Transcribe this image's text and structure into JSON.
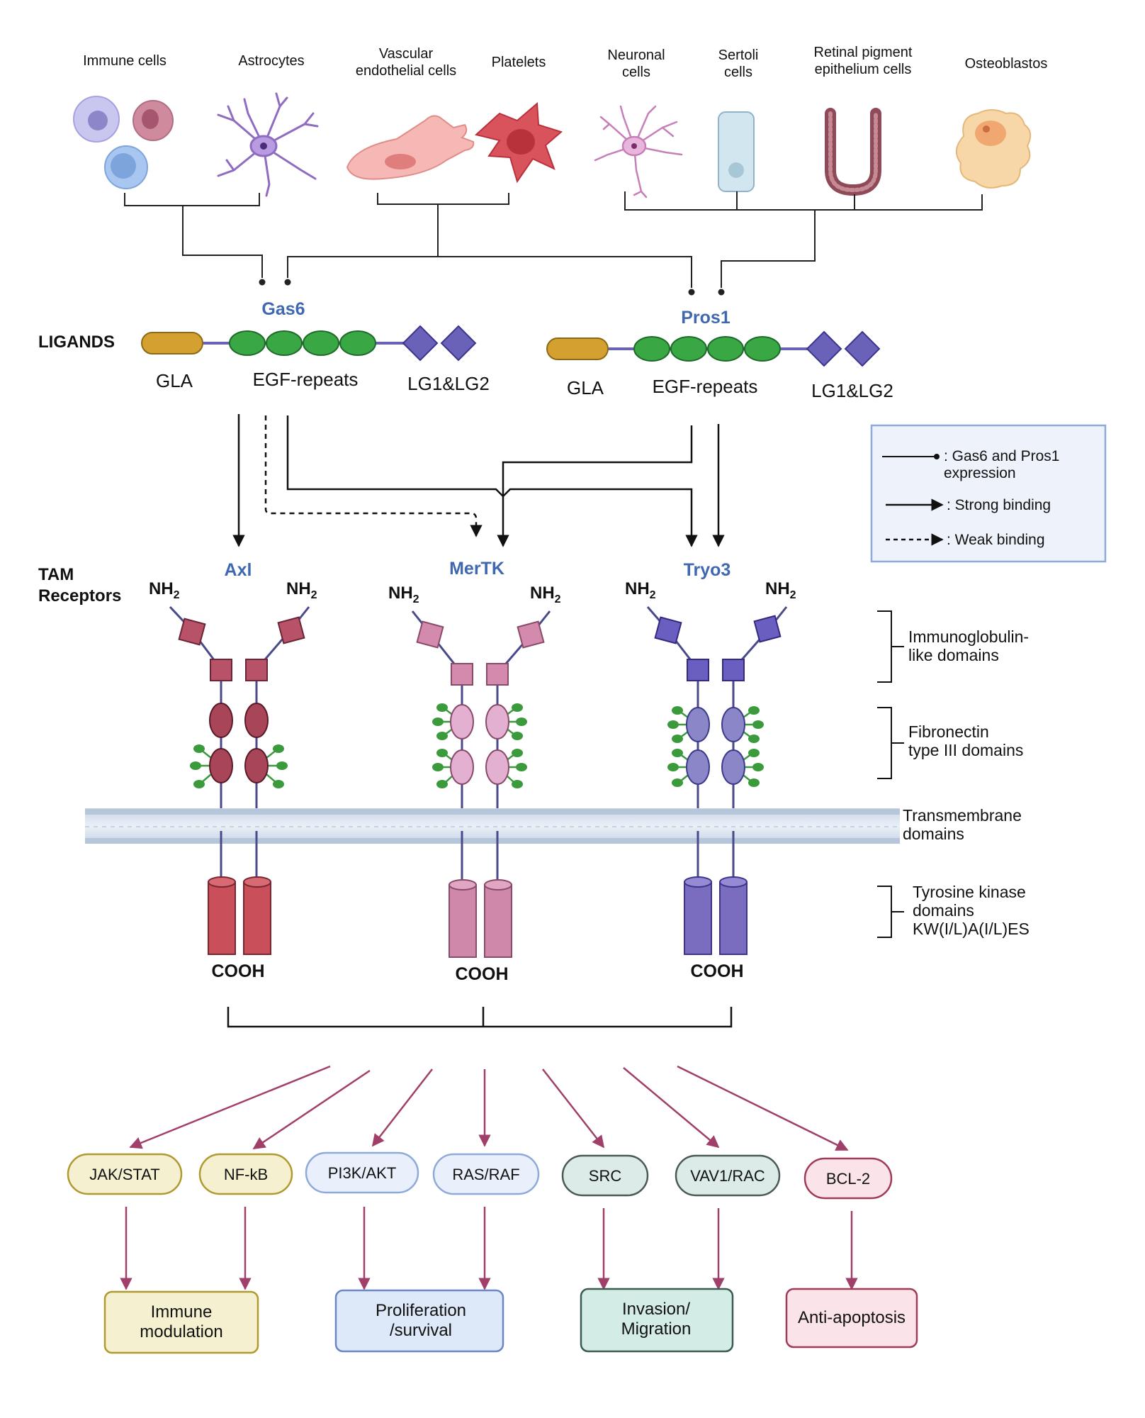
{
  "cells": {
    "immune": "Immune cells",
    "astrocytes": "Astrocytes",
    "vascular_1": "Vascular",
    "vascular_2": "endothelial cells",
    "platelets": "Platelets",
    "neuronal_1": "Neuronal",
    "neuronal_2": "cells",
    "sertoli_1": "Sertoli",
    "sertoli_2": "cells",
    "retinal_1": "Retinal pigment",
    "retinal_2": "epithelium cells",
    "osteoblastos": "Osteoblastos"
  },
  "ligands": {
    "heading": "LIGANDS",
    "gas6": {
      "name": "Gas6",
      "gla": "GLA",
      "egf": "EGF-repeats",
      "lg": "LG1&LG2"
    },
    "pros1": {
      "name": "Pros1",
      "gla": "GLA",
      "egf": "EGF-repeats",
      "lg": "LG1&LG2"
    }
  },
  "legend": {
    "expression_1": ": Gas6 and Pros1",
    "expression_2": "expression",
    "strong": ": Strong binding",
    "weak": ": Weak binding"
  },
  "receptors": {
    "heading_1": "TAM",
    "heading_2": "Receptors",
    "axl": "Axl",
    "mertk": "MerTK",
    "tyro3": "Tryo3",
    "nh2": "NH",
    "nh2_sub": "2",
    "cooh": "COOH",
    "colors": {
      "axl": "#c94f5a",
      "mertk": "#d48aac",
      "tyro3": "#7a6dc0"
    }
  },
  "domains": {
    "ig_1": "Immunoglobulin-",
    "ig_2": "like domains",
    "fn_1": "Fibronectin",
    "fn_2": "type III domains",
    "tm_1": "Transmembrane",
    "tm_2": "domains",
    "tk_1": "Tyrosine kinase",
    "tk_2": "domains",
    "tk_3": "KW(I/L)A(I/L)ES"
  },
  "pathways": {
    "jak_stat": "JAK/STAT",
    "nf_kb": "NF-kB",
    "pi3k_akt": "PI3K/AKT",
    "ras_raf": "RAS/RAF",
    "src": "SRC",
    "vav1_rac": "VAV1/RAC",
    "bcl2": "BCL-2"
  },
  "outcomes": {
    "immune_1": "Immune",
    "immune_2": "modulation",
    "prolif_1": "Proliferation",
    "prolif_2": "/survival",
    "invasion_1": "Invasion/",
    "invasion_2": "Migration",
    "apoptosis": "Anti-apoptosis"
  },
  "colors": {
    "ligand_blue": "#3f68b0",
    "gla": "#d4a030",
    "egf": "#3aa745",
    "lg": "#6a62b8",
    "glyco": "#3a9a3c",
    "pathway_arrow": "#a0406a",
    "jak_fill": "#f5f0d0",
    "jak_border": "#b09a30",
    "pi3k_fill": "#e9f0fb",
    "pi3k_border": "#8eaad8",
    "src_fill": "#dcebe7",
    "src_border": "#4a5a55",
    "bcl_fill": "#fbe3ea",
    "bcl_border": "#a03a55"
  }
}
